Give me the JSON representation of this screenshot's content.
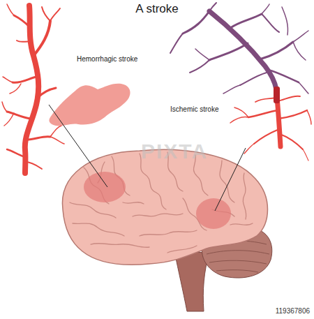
{
  "diagram": {
    "title": "A stroke",
    "labels": [
      "Hemorrhagic stroke",
      "Ischemic stroke",
      "PIXTA",
      "119367806"
    ]
  }
}
